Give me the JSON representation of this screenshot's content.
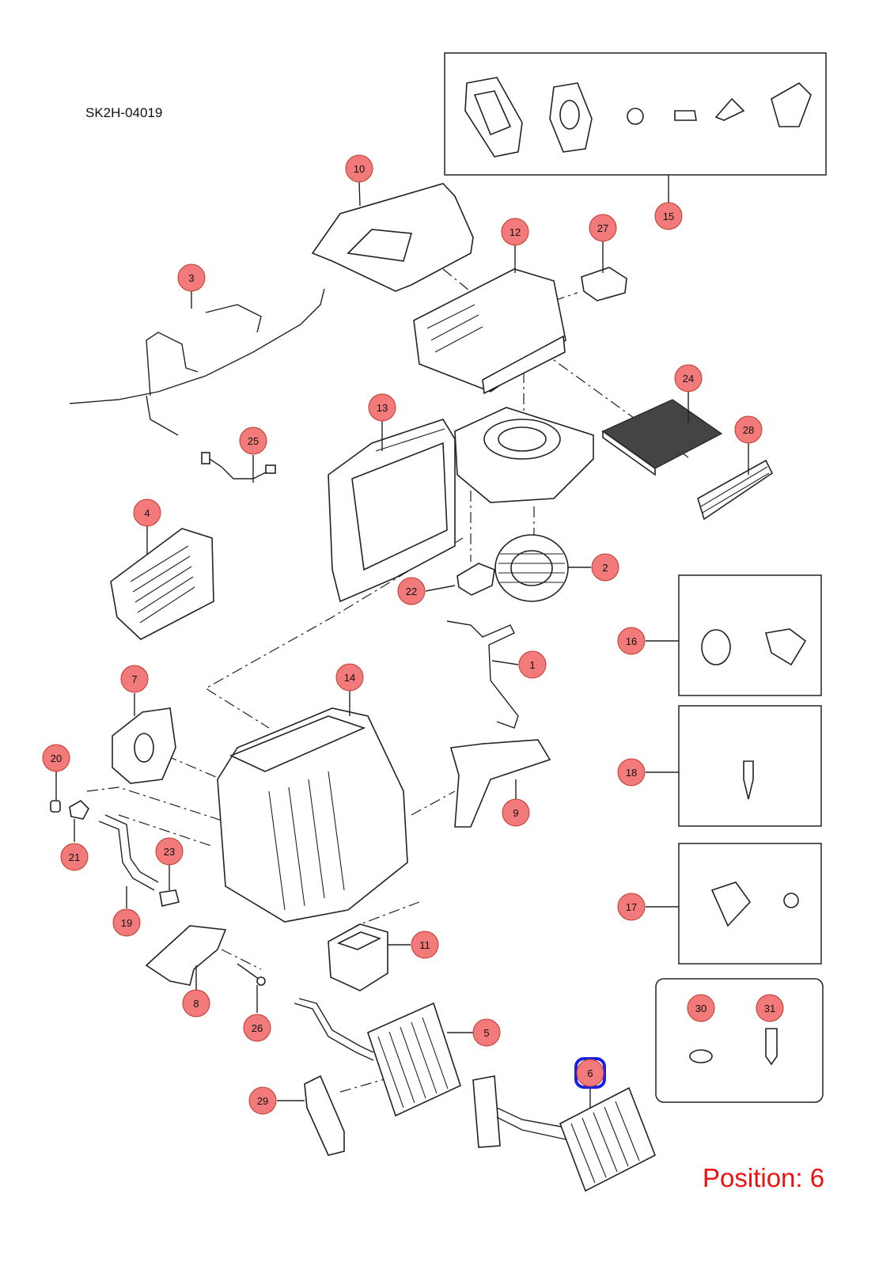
{
  "diagram": {
    "doc_code": "SK2H-04019",
    "position_label": "Position: 6",
    "selected_callout": "6",
    "colors": {
      "callout_fill": "#f27a7a",
      "callout_stroke": "#c0392b",
      "highlight_ring": "#1a22dd",
      "position_text": "#ee1111"
    },
    "callouts": [
      {
        "id": "c1",
        "label": "1"
      },
      {
        "id": "c2",
        "label": "2"
      },
      {
        "id": "c3",
        "label": "3"
      },
      {
        "id": "c4",
        "label": "4"
      },
      {
        "id": "c5",
        "label": "5"
      },
      {
        "id": "c6",
        "label": "6"
      },
      {
        "id": "c7",
        "label": "7"
      },
      {
        "id": "c8",
        "label": "8"
      },
      {
        "id": "c9",
        "label": "9"
      },
      {
        "id": "c10",
        "label": "10"
      },
      {
        "id": "c11",
        "label": "11"
      },
      {
        "id": "c12",
        "label": "12"
      },
      {
        "id": "c13",
        "label": "13"
      },
      {
        "id": "c14",
        "label": "14"
      },
      {
        "id": "c15",
        "label": "15"
      },
      {
        "id": "c16",
        "label": "16"
      },
      {
        "id": "c17",
        "label": "17"
      },
      {
        "id": "c18",
        "label": "18"
      },
      {
        "id": "c19",
        "label": "19"
      },
      {
        "id": "c20",
        "label": "20"
      },
      {
        "id": "c21",
        "label": "21"
      },
      {
        "id": "c22",
        "label": "22"
      },
      {
        "id": "c23",
        "label": "23"
      },
      {
        "id": "c24",
        "label": "24"
      },
      {
        "id": "c25",
        "label": "25"
      },
      {
        "id": "c26",
        "label": "26"
      },
      {
        "id": "c27",
        "label": "27"
      },
      {
        "id": "c28",
        "label": "28"
      },
      {
        "id": "c29",
        "label": "29"
      },
      {
        "id": "c30",
        "label": "30"
      },
      {
        "id": "c31",
        "label": "31"
      }
    ]
  }
}
